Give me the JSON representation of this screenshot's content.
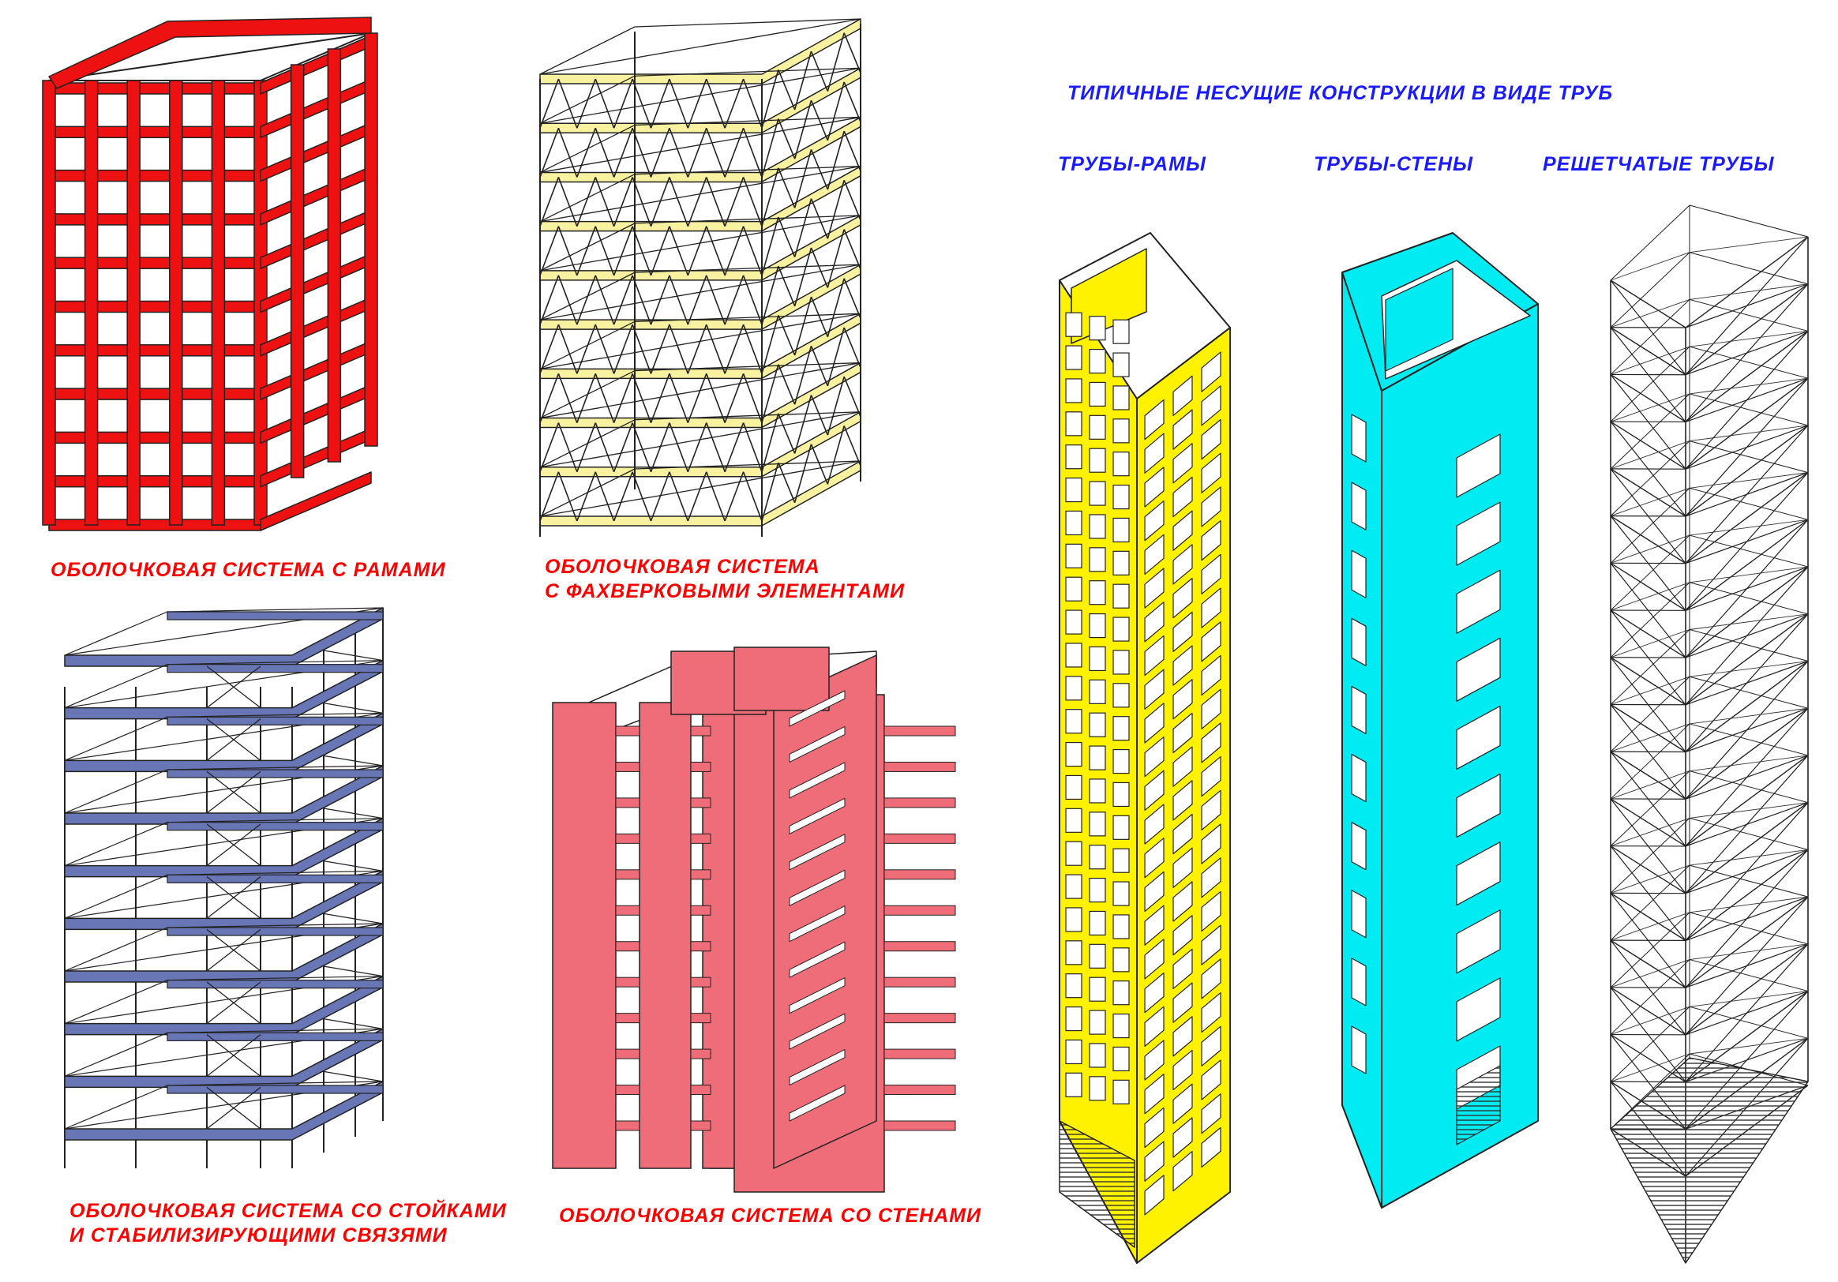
{
  "labels": {
    "frames_system": "ОБОЛОЧКОВАЯ СИСТЕМА С РАМАМИ",
    "truss_system_line1": "ОБОЛОЧКОВАЯ СИСТЕМА",
    "truss_system_line2": "С ФАХВЕРКОВЫМИ ЭЛЕМЕНТАМИ",
    "columns_system_line1": "ОБОЛОЧКОВАЯ СИСТЕМА СО СТОЙКАМИ",
    "columns_system_line2": "И СТАБИЛИЗИРУЮЩИМИ СВЯЗЯМИ",
    "walls_system": "ОБОЛОЧКОВАЯ СИСТЕМА СО СТЕНАМИ",
    "tubes_title": "ТИПИЧНЫЕ НЕСУЩИЕ КОНСТРУКЦИИ В ВИДЕ ТРУБ",
    "tube_frame": "ТРУБЫ-РАМЫ",
    "tube_wall": "ТРУБЫ-СТЕНЫ",
    "tube_lattice": "РЕШЕТЧАТЫЕ ТРУБЫ"
  },
  "colors": {
    "frame_red": "#ee1111",
    "truss_beam_yellow": "#f8f1a0",
    "column_blue": "#6876b6",
    "wall_pink": "#ee6d78",
    "tube_yellow": "#fff200",
    "tube_cyan": "#00ecf2",
    "line_black": "#222222",
    "label_red": "#ff0000",
    "label_blue": "#1a1aff"
  }
}
